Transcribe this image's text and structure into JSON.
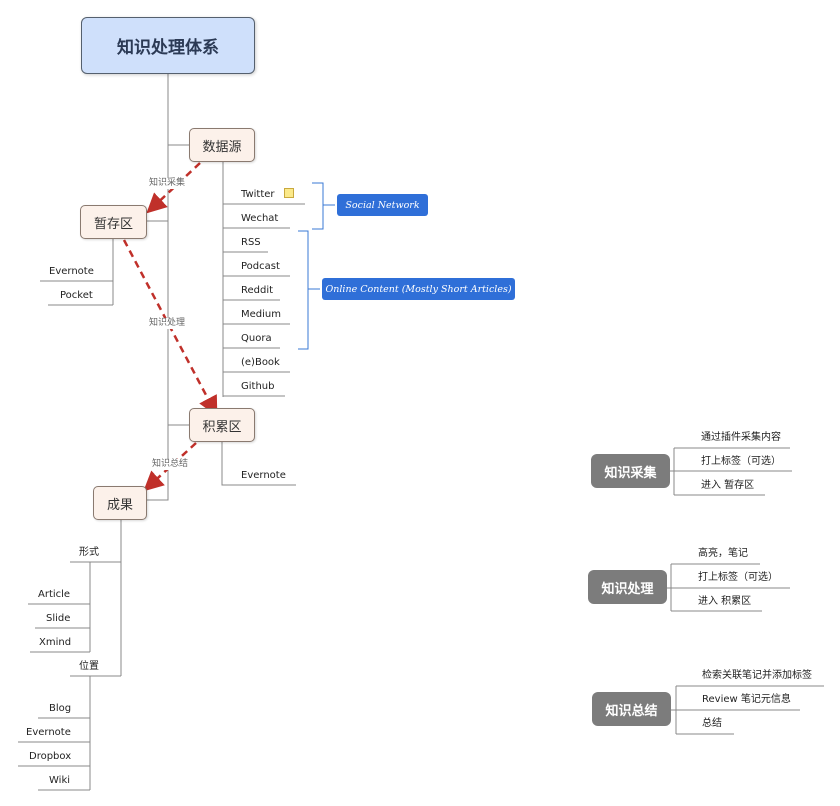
{
  "root": "知识处理体系",
  "main_topics": {
    "datasource": "数据源",
    "staging": "暂存区",
    "accumulate": "积累区",
    "result": "成果"
  },
  "datasource_leaves": [
    "Twitter",
    "Wechat",
    "RSS",
    "Podcast",
    "Reddit",
    "Medium",
    "Quora",
    "(e)Book",
    "Github"
  ],
  "staging_leaves": [
    "Evernote",
    "Pocket"
  ],
  "accumulate_leaves": [
    "Evernote"
  ],
  "result": {
    "form_label": "形式",
    "form_items": [
      "Article",
      "Slide",
      "Xmind"
    ],
    "location_label": "位置",
    "location_items": [
      "Blog",
      "Evernote",
      "Dropbox",
      "Wiki"
    ]
  },
  "group_labels": {
    "social": "Social Network",
    "online": "Online Content (Mostly Short Articles)"
  },
  "relationship_labels": {
    "collect": "知识采集",
    "process": "知识处理",
    "summarize": "知识总结"
  },
  "legend": [
    {
      "title": "知识采集",
      "items": [
        "通过插件采集内容",
        "打上标签（可选）",
        "进入 暂存区"
      ]
    },
    {
      "title": "知识处理",
      "items": [
        "高亮，笔记",
        "打上标签（可选）",
        "进入 积累区"
      ]
    },
    {
      "title": "知识总结",
      "items": [
        "检索关联笔记并添加标签",
        "Review 笔记元信息",
        "总结"
      ]
    }
  ],
  "colors": {
    "relationship": "#c0302a",
    "group_label_bg": "#2f6fd8",
    "root_bg": "#cfe0fb",
    "topic_bg": "#fcf1ea",
    "legend_topic_bg": "#7c7c7c"
  },
  "icons": {
    "twitter_note": "note-icon"
  }
}
